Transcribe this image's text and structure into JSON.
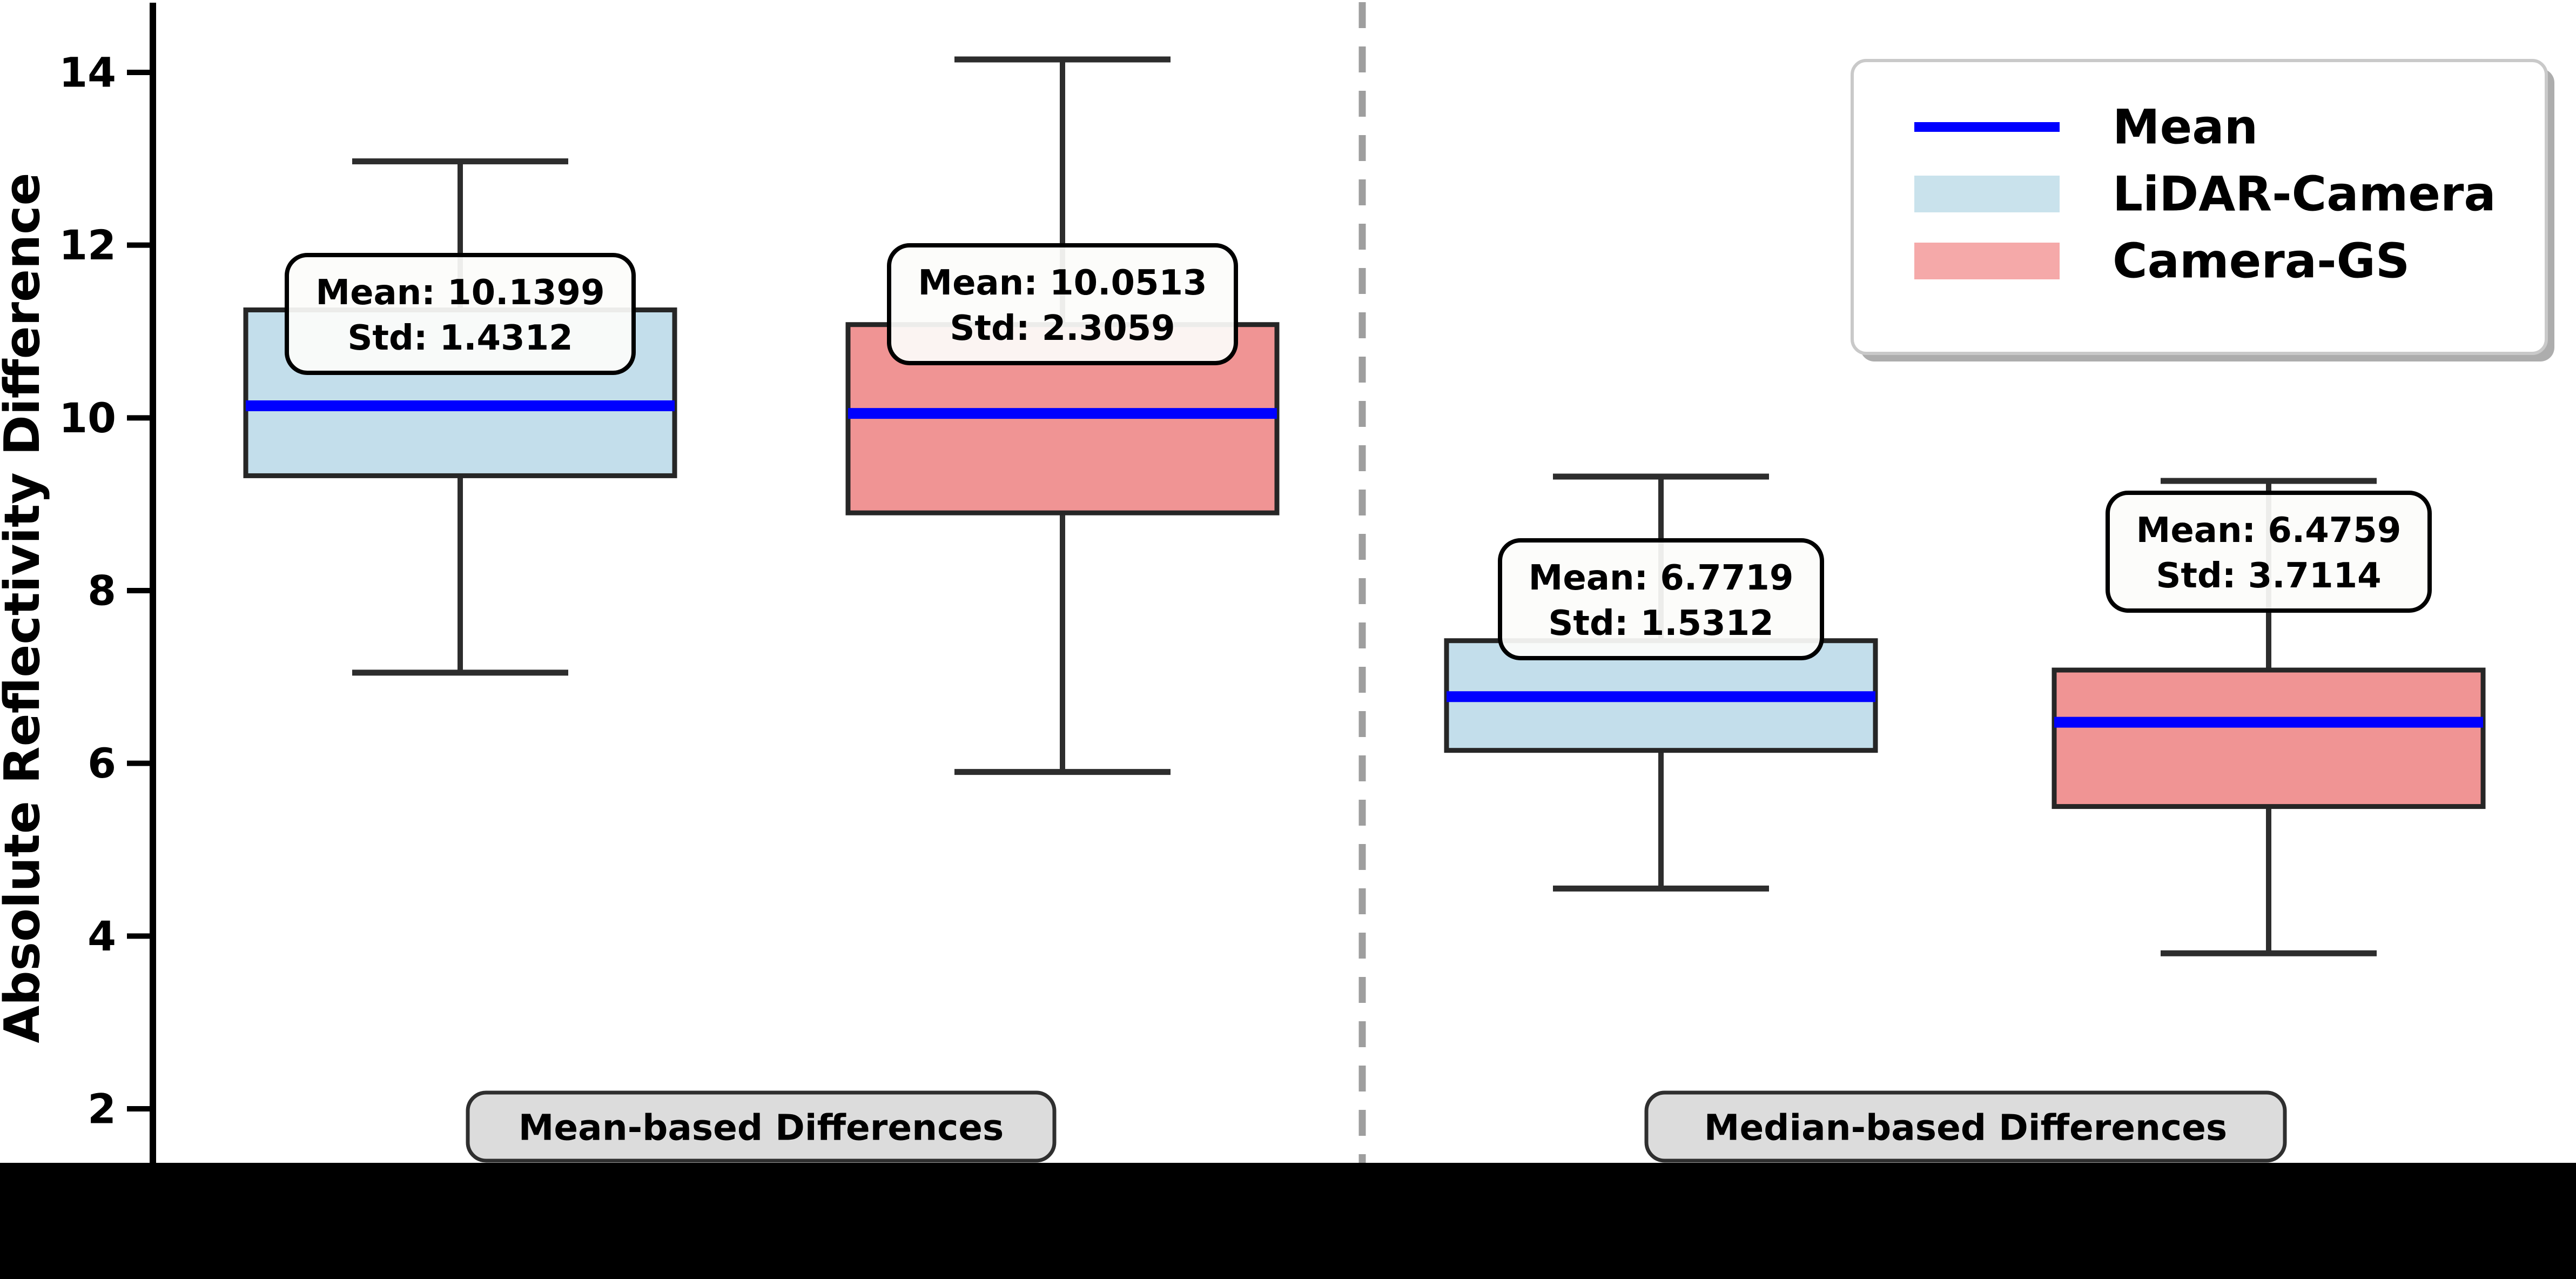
{
  "figure": {
    "background": "#ffffff",
    "bottom_bar_color": "#000000"
  },
  "y_axis": {
    "label": "Absolute Reflectivity Difference",
    "ticks": [
      {
        "value": 2,
        "label": "2"
      },
      {
        "value": 4,
        "label": "4"
      },
      {
        "value": 6,
        "label": "6"
      },
      {
        "value": 8,
        "label": "8"
      },
      {
        "value": 10,
        "label": "10"
      },
      {
        "value": 12,
        "label": "12"
      },
      {
        "value": 14,
        "label": "14"
      }
    ]
  },
  "legend": {
    "entries": [
      {
        "kind": "line",
        "label": "Mean",
        "color": "#0000ff"
      },
      {
        "kind": "patch",
        "label": "LiDAR-Camera",
        "color": "#c9e2ec"
      },
      {
        "kind": "patch",
        "label": "Camera-GS",
        "color": "#f5a9a9"
      }
    ]
  },
  "chart_data": {
    "type": "box",
    "title": "",
    "xlabel": "",
    "ylabel": "Absolute Reflectivity Difference",
    "ylim": [
      1.3,
      14.8
    ],
    "y_ticks": [
      2,
      4,
      6,
      8,
      10,
      12,
      14
    ],
    "grid": false,
    "legend_position": "upper right",
    "divider_style": "dashed",
    "groups": [
      {
        "label": "Mean-based Differences",
        "boxes": [
          {
            "series": "LiDAR-Camera",
            "fill": "#c3deeb",
            "mean": 10.1399,
            "std": 1.4312,
            "q1": 9.33,
            "q3": 11.25,
            "whisker_low": 7.05,
            "whisker_high": 12.97,
            "annotation": [
              "Mean: 10.1399",
              "Std: 1.4312"
            ]
          },
          {
            "series": "Camera-GS",
            "fill": "#f09494",
            "mean": 10.0513,
            "std": 2.3059,
            "q1": 8.9,
            "q3": 11.08,
            "whisker_low": 5.9,
            "whisker_high": 14.15,
            "annotation": [
              "Mean: 10.0513",
              "Std: 2.3059"
            ]
          }
        ]
      },
      {
        "label": "Median-based Differences",
        "boxes": [
          {
            "series": "LiDAR-Camera",
            "fill": "#c3deeb",
            "mean": 6.7719,
            "std": 1.5312,
            "q1": 6.15,
            "q3": 7.42,
            "whisker_low": 4.55,
            "whisker_high": 9.32,
            "annotation": [
              "Mean: 6.7719",
              "Std: 1.5312"
            ]
          },
          {
            "series": "Camera-GS",
            "fill": "#f09494",
            "mean": 6.4759,
            "std": 3.7114,
            "q1": 5.5,
            "q3": 7.08,
            "whisker_low": 3.8,
            "whisker_high": 9.27,
            "annotation": [
              "Mean: 6.4759",
              "Std: 3.7114"
            ]
          }
        ]
      }
    ]
  },
  "colors": {
    "mean_line": "#0000ff",
    "box_edge": "#262626",
    "whisker": "#2d2d2d",
    "divider": "#9e9e9e",
    "group_label_fill": "#dcdcdc",
    "group_label_edge": "#2f2f2f",
    "annotation_fill": "#fcfcfa",
    "annotation_edge": "#000000",
    "legend_frame": "#c9c9c9",
    "legend_shadow": "#adadad",
    "axis": "#000000"
  }
}
